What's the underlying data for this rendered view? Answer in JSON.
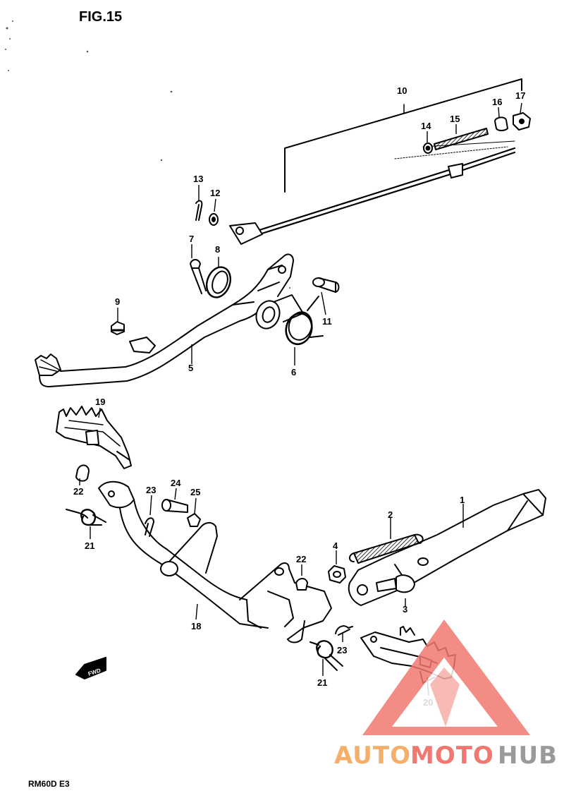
{
  "figure_title": "FIG.15",
  "model_code": "RM60D  E3",
  "fwd_label": "FWD",
  "watermark": {
    "part1": "AUTO",
    "part2": "MOTO",
    "part3": "HUB"
  },
  "colors": {
    "ink": "#000000",
    "watermark_red": "#f07870",
    "watermark_orange": "#f4b06a",
    "watermark_gray": "#9a9a9a"
  },
  "callouts": {
    "p1": "1",
    "p2": "2",
    "p3": "3",
    "p4": "4",
    "p5": "5",
    "p6": "6",
    "p7": "7",
    "p8": "8",
    "p9": "9",
    "p10": "10",
    "p11": "11",
    "p12": "12",
    "p13": "13",
    "p14": "14",
    "p15": "15",
    "p16": "16",
    "p17": "17",
    "p18": "18",
    "p19": "19",
    "p20": "20",
    "p21a": "21",
    "p21b": "21",
    "p22a": "22",
    "p22b": "22",
    "p23a": "23",
    "p23b": "23",
    "p24": "24",
    "p25": "25"
  }
}
